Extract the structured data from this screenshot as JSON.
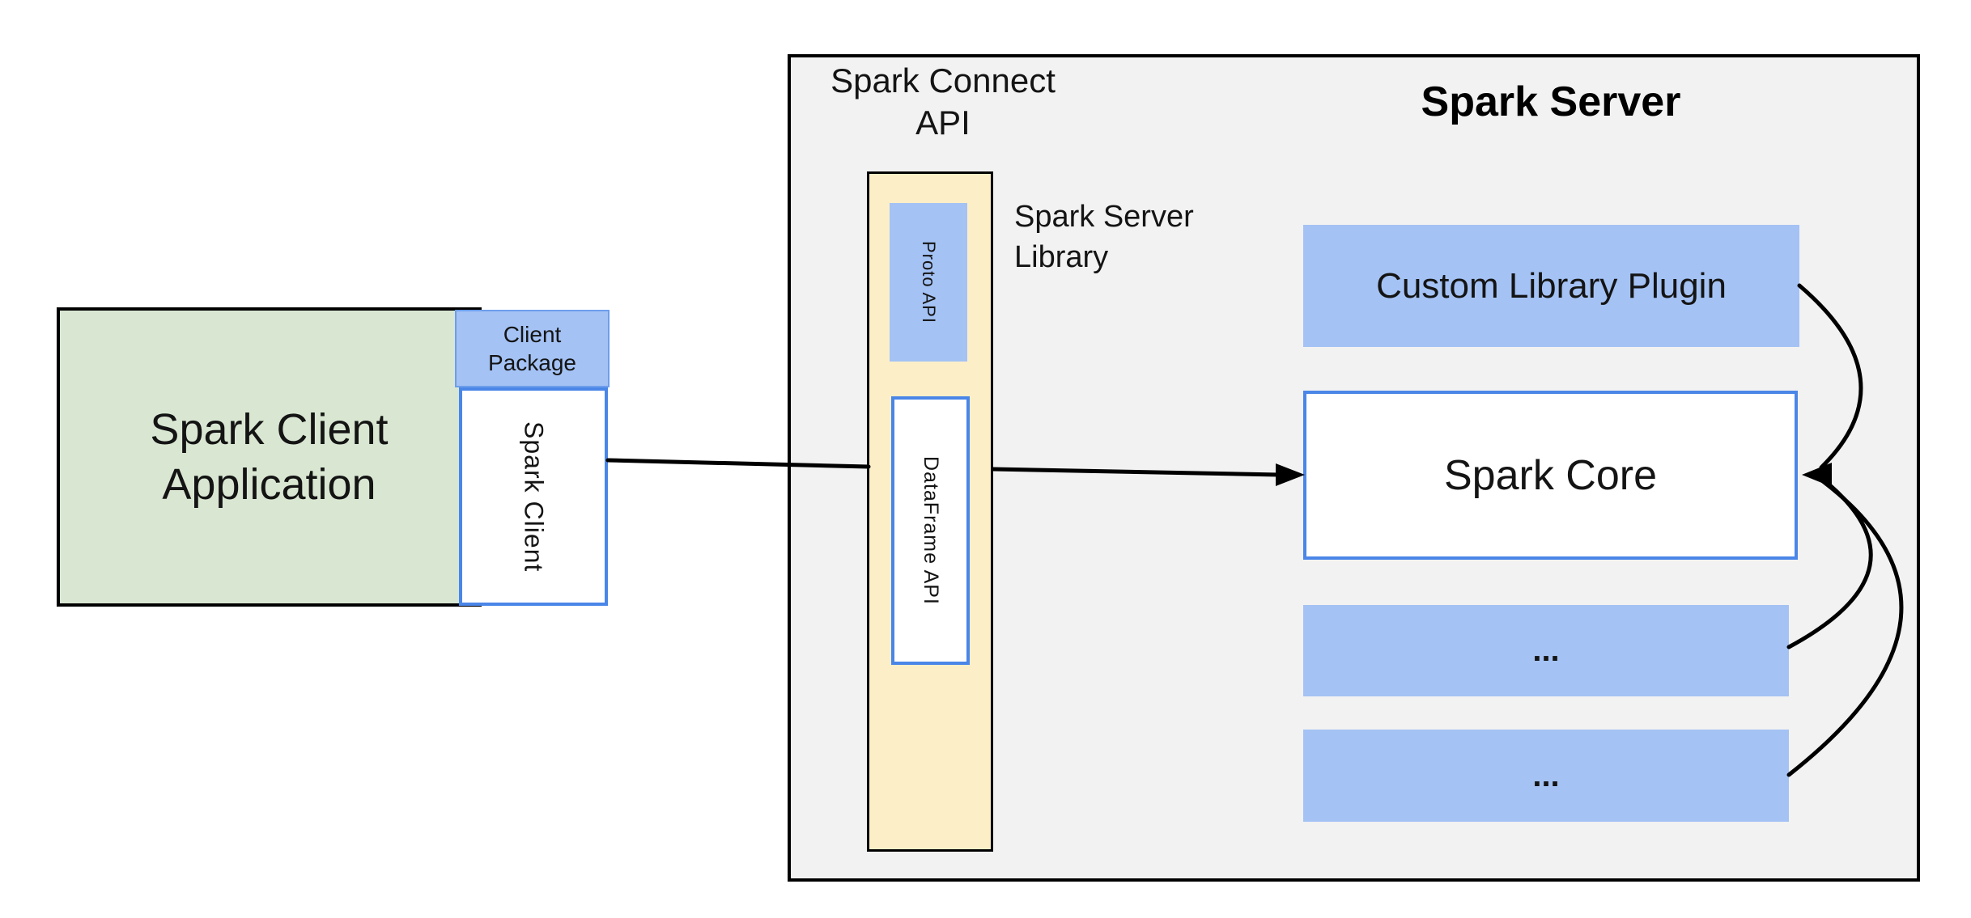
{
  "colors": {
    "green": "#d9e7d2",
    "blue": "#a4c2f4",
    "blue-border": "#4a86e8",
    "blue-mid": "#6d9eeb",
    "yellow": "#fcefc8",
    "panel": "#f2f2f2",
    "stroke": "#000000",
    "text": "#141414"
  },
  "client": {
    "app_label": "Spark Client\nApplication",
    "package_label": "Client\nPackage",
    "client_label": "Spark Client"
  },
  "connect": {
    "title": "Spark Connect\nAPI",
    "library_label": "Spark Server\nLibrary",
    "proto_label": "Proto API",
    "dataframe_label": "DataFrame API"
  },
  "server": {
    "title": "Spark Server",
    "plugin_label": "Custom Library Plugin",
    "core_label": "Spark Core",
    "more_top": "...",
    "more_bottom": "..."
  }
}
